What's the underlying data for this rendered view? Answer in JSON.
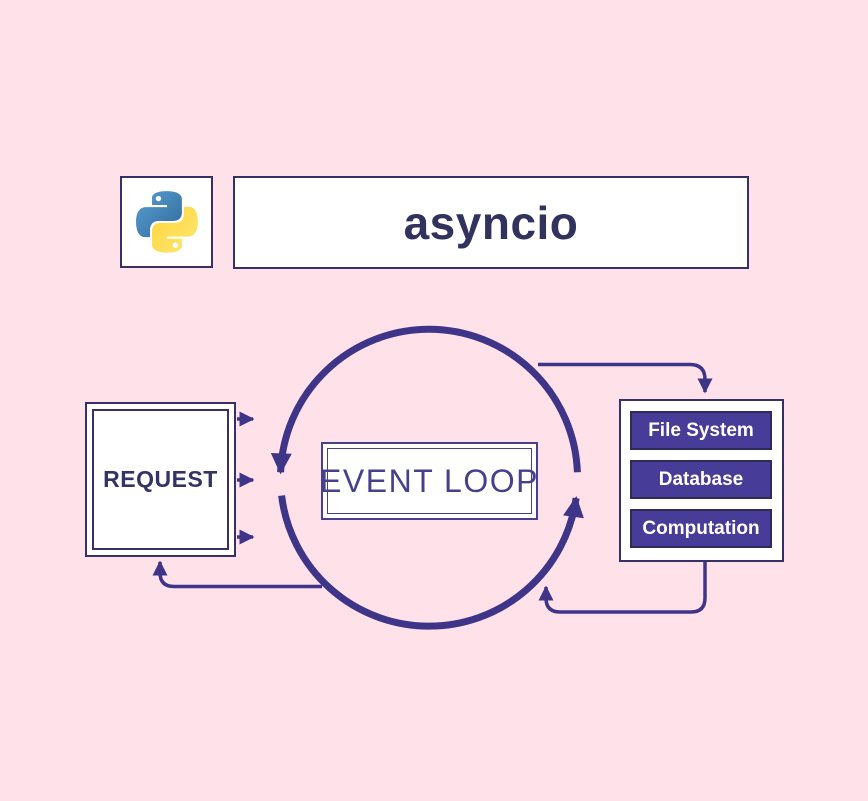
{
  "header": {
    "title": "asyncio",
    "logo": "python-logo"
  },
  "diagram": {
    "event_loop_label": "EVENT LOOP",
    "request_label": "REQUEST",
    "services": {
      "items": [
        "File System",
        "Database",
        "Computation"
      ]
    }
  },
  "colors": {
    "bg": "#ffe2e9",
    "ink": "#3e3589",
    "navy": "#363064",
    "panel": "#ffffff",
    "title-text": "#32325f",
    "loop-text": "#46408e",
    "request-text": "#333367",
    "btn-fill": "#473c97",
    "btn-border": "#2f2a56",
    "btn-text": "#ffffff",
    "python-blue": "#387EB8",
    "python-blue-dark": "#366994",
    "python-yellow": "#FFE052",
    "python-yellow-dark": "#FFC331"
  }
}
